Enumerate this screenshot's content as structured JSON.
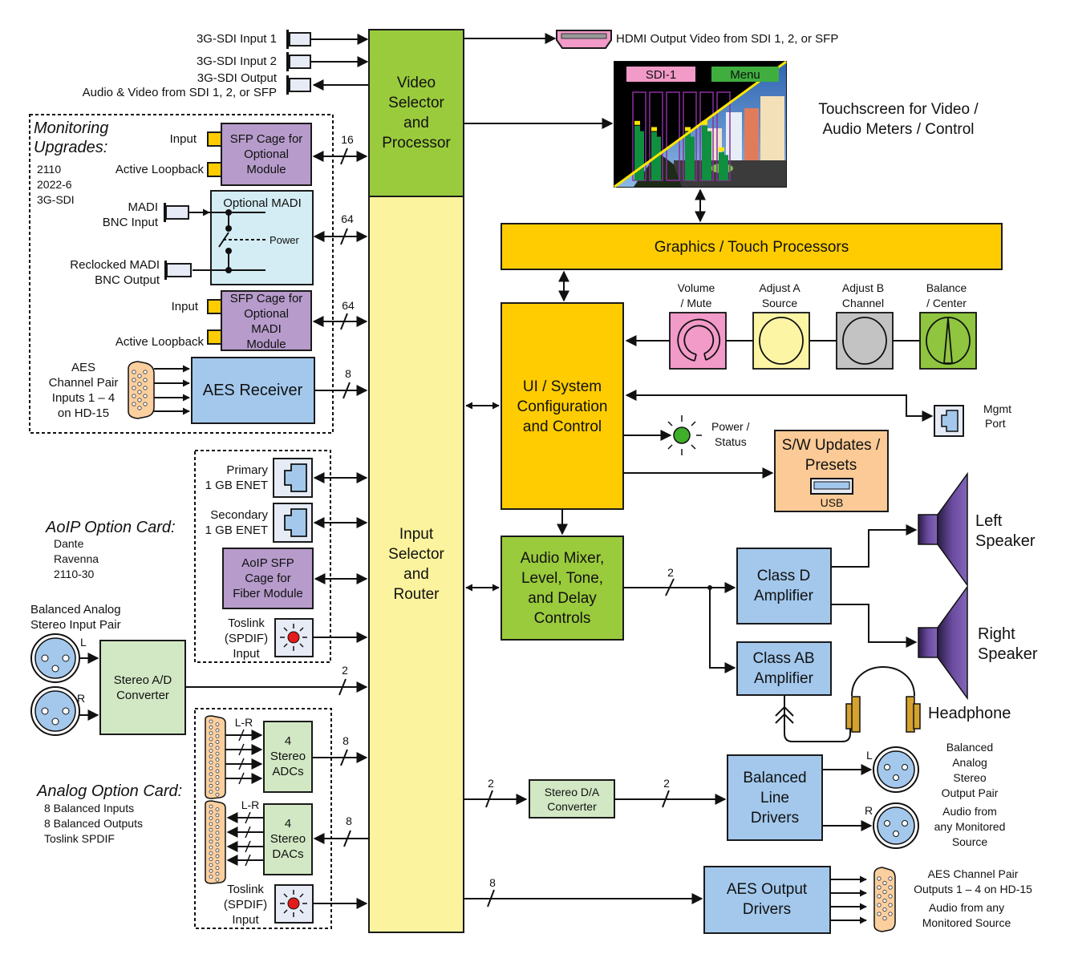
{
  "colors": {
    "video_selector": "#9acb3c",
    "input_router": "#fbf39e",
    "graphics": "#fecc00",
    "ui_system": "#fecc00",
    "audio_mixer": "#9acb3c",
    "blue_block": "#a3c8ec",
    "purple_sfp": "#b69bcb",
    "madi_block": "#d4edf4",
    "converter_green": "#d2e8c4",
    "sw_updates": "#fbca96",
    "knob_volume": "#f29ac8",
    "knob_adjust_a": "#fcf5a4",
    "knob_adjust_b": "#c3c3c3",
    "knob_balance": "#8fc53f",
    "speaker": "#7b5bab",
    "headphone": "#d4a22d",
    "sfp_port": "#fecc00",
    "connector_fill": "#e6ebf5",
    "xlr_fill": "#a3c8ec",
    "dsub_fill": "#fbcf9e",
    "led_red": "#e41b1b",
    "led_green": "#3fae2a",
    "hdmi_fill": "#f29ac8"
  },
  "top_io": {
    "sdi_input_1": "3G-SDI Input 1",
    "sdi_input_2": "3G-SDI Input 2",
    "sdi_output_line1": "3G-SDI Output",
    "sdi_output_line2": "Audio & Video from SDI 1, 2, or SFP",
    "hdmi_output": "HDMI Output Video from SDI 1, 2, or SFP"
  },
  "central": {
    "video_selector": [
      "Video",
      "Selector",
      "and",
      "Processor"
    ],
    "input_router": [
      "Input",
      "Selector",
      "and",
      "Router"
    ]
  },
  "touchscreen": {
    "label_line1": "Touchscreen for Video /",
    "label_line2": "Audio Meters / Control",
    "button_source": "SDI-1",
    "button_menu": "Menu",
    "meter_levels": [
      0.62,
      0.55,
      0.0,
      0.55,
      0.62,
      0.32
    ]
  },
  "graphics": {
    "label": "Graphics / Touch Processors"
  },
  "controls": [
    {
      "line1": "Volume",
      "line2": "/ Mute",
      "icon": "volume-knob-icon"
    },
    {
      "line1": "Adjust A",
      "line2": "Source",
      "icon": "adjust-a-knob-icon"
    },
    {
      "line1": "Adjust B",
      "line2": "Channel",
      "icon": "adjust-b-knob-icon"
    },
    {
      "line1": "Balance",
      "line2": "/ Center",
      "icon": "balance-knob-icon"
    }
  ],
  "ui_system": [
    "UI / System",
    "Configuration",
    "and Control"
  ],
  "mgmt_port": [
    "Mgmt",
    "Port"
  ],
  "power_status": [
    "Power /",
    "Status"
  ],
  "sw_updates": {
    "lines": [
      "S/W Updates /",
      "Presets"
    ],
    "usb": "USB"
  },
  "audio_mixer": [
    "Audio Mixer,",
    "Level, Tone,",
    "and Delay",
    "Controls"
  ],
  "class_d": [
    "Class D",
    "Amplifier"
  ],
  "class_ab": [
    "Class AB",
    "Amplifier"
  ],
  "left_speaker": [
    "Left",
    "Speaker"
  ],
  "right_speaker": [
    "Right",
    "Speaker"
  ],
  "headphone": "Headphone",
  "stereo_da": [
    "Stereo D/A",
    "Converter"
  ],
  "balanced_line_drivers": [
    "Balanced",
    "Line",
    "Drivers"
  ],
  "balanced_output": {
    "l": "L",
    "r": "R",
    "desc1": [
      "Balanced",
      "Analog",
      "Stereo",
      "Output Pair"
    ],
    "desc2": [
      "Audio from",
      "any Monitored",
      "Source"
    ]
  },
  "aes_output": {
    "block": [
      "AES Output",
      "Drivers"
    ],
    "desc1": [
      "AES Channel Pair",
      "Outputs 1 – 4  on HD-15"
    ],
    "desc2": [
      "Audio from any",
      "Monitored Source"
    ]
  },
  "monitoring": {
    "title1": "Monitoring",
    "title2": "Upgrades:",
    "formats": [
      "2110",
      "2022-6",
      "3G-SDI"
    ],
    "sfp1": {
      "input": "Input",
      "loop": "Active Loopback",
      "block": [
        "SFP Cage for",
        "Optional",
        "Module"
      ],
      "bus": "16"
    },
    "madi": {
      "title": "Optional MADI",
      "power": "Power",
      "in": [
        "MADI",
        "BNC Input"
      ],
      "out": [
        "Reclocked MADI",
        "BNC Output"
      ],
      "bus": "64"
    },
    "sfp2": {
      "input": "Input",
      "loop": "Active Loopback",
      "block": [
        "SFP Cage for",
        "Optional",
        "MADI",
        "Module"
      ],
      "bus": "64"
    },
    "aes_rx": {
      "desc": [
        "AES",
        "Channel Pair",
        "Inputs 1 – 4",
        "on HD-15"
      ],
      "block": "AES Receiver",
      "bus": "8"
    }
  },
  "aoip": {
    "title": "AoIP Option Card:",
    "items": [
      "Dante",
      "Ravenna",
      "2110-30"
    ],
    "primary": [
      "Primary",
      "1 GB ENET"
    ],
    "secondary": [
      "Secondary",
      "1 GB ENET"
    ],
    "sfp": [
      "AoIP SFP",
      "Cage for",
      "Fiber Module"
    ],
    "toslink": [
      "Toslink",
      "(SPDIF)",
      "Input"
    ]
  },
  "analog_in": {
    "title": [
      "Balanced Analog",
      "Stereo Input Pair"
    ],
    "l": "L",
    "r": "R",
    "converter": [
      "Stereo A/D",
      "Converter"
    ],
    "bus": "2"
  },
  "analog_card": {
    "title": "Analog Option Card:",
    "items": [
      "8 Balanced Inputs",
      "8 Balanced Outputs",
      "Toslink SPDIF"
    ],
    "lr": "L-R",
    "adc": [
      "4",
      "Stereo",
      "ADCs"
    ],
    "dac": [
      "4",
      "Stereo",
      "DACs"
    ],
    "adc_bus": "8",
    "dac_bus": "8",
    "toslink": [
      "Toslink",
      "(SPDIF)",
      "Input"
    ]
  },
  "buses": {
    "mixer_out": "2",
    "da_in": "2",
    "da_out": "2",
    "aes_out": "8"
  }
}
